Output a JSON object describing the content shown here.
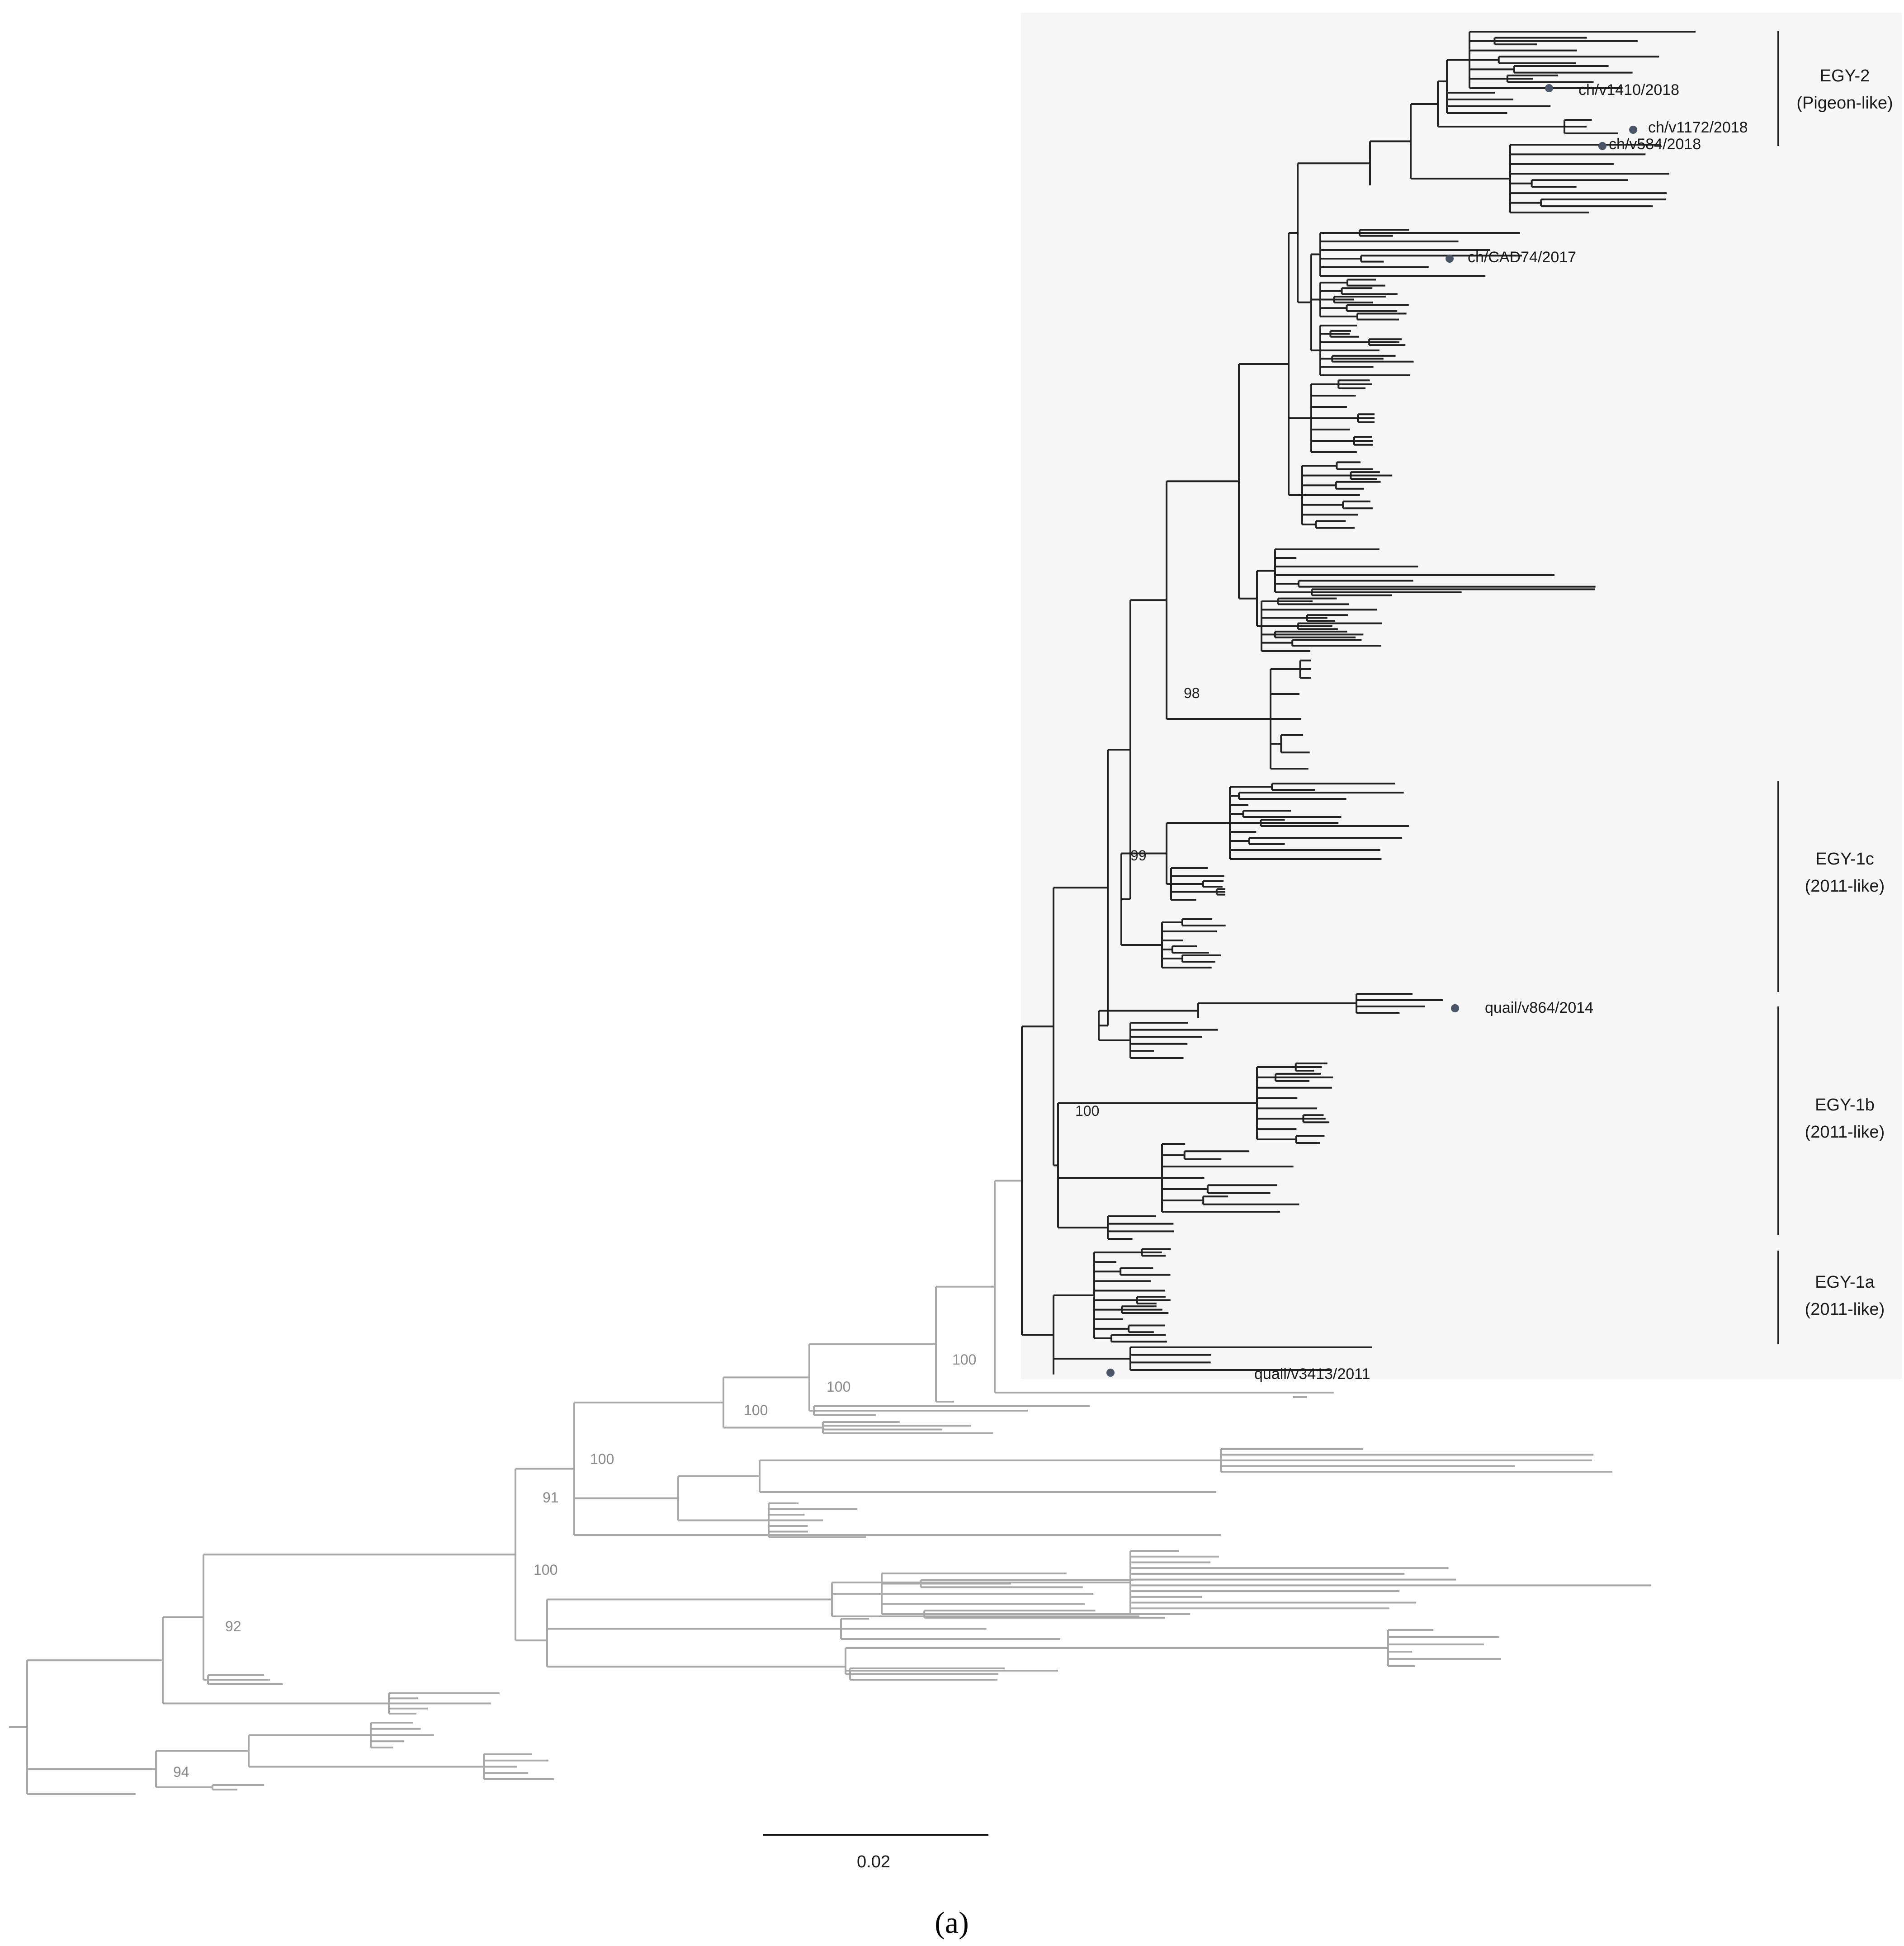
{
  "figure": {
    "panel_label": "(a)",
    "scale_bar": {
      "label": "0.02"
    }
  },
  "colors": {
    "highlight_background": "#f6f6f6",
    "highlighted_branches": "#222222",
    "other_branches": "#a8a8a8",
    "marker": "#4a5668"
  },
  "clades": [
    {
      "name": "EGY-2",
      "subtitle": "(Pigeon-like)"
    },
    {
      "name": "EGY-1c",
      "subtitle": "(2011-like)"
    },
    {
      "name": "EGY-1b",
      "subtitle": "(2011-like)"
    },
    {
      "name": "EGY-1a",
      "subtitle": "(2011-like)"
    }
  ],
  "marked_isolates": [
    "ch/v1410/2018",
    "ch/v1172/2018",
    "ch/v584/2018",
    "ch/CAD74/2017",
    "quail/v864/2014",
    "quail/v3413/2011"
  ],
  "bootstrap_values": [
    {
      "value": "98",
      "group": "highlighted"
    },
    {
      "value": "99",
      "group": "highlighted"
    },
    {
      "value": "100",
      "group": "highlighted"
    },
    {
      "value": "100",
      "group": "other"
    },
    {
      "value": "100",
      "group": "other"
    },
    {
      "value": "100",
      "group": "other"
    },
    {
      "value": "100",
      "group": "other"
    },
    {
      "value": "91",
      "group": "other"
    },
    {
      "value": "100",
      "group": "other"
    },
    {
      "value": "92",
      "group": "other"
    },
    {
      "value": "94",
      "group": "other"
    }
  ]
}
